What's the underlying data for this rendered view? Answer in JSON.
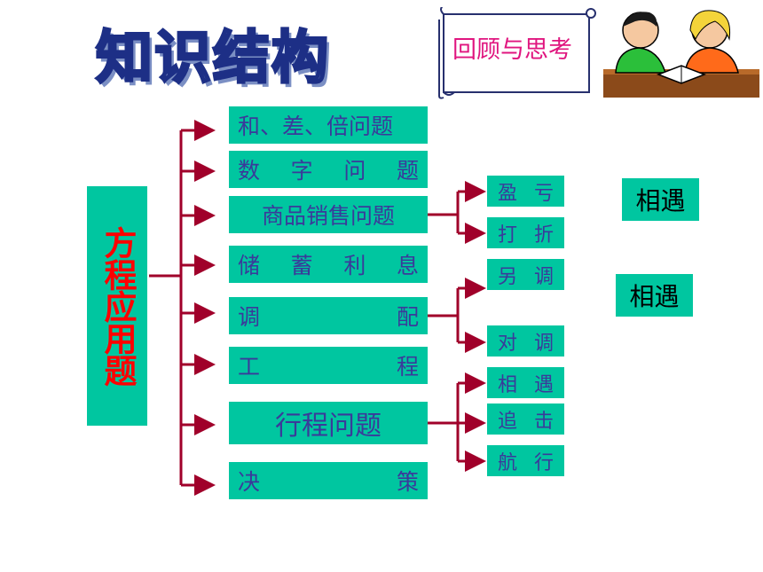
{
  "title": "知识结构",
  "review_label": "回顾与思考",
  "root": "方程应用题",
  "topics": [
    {
      "chars": [
        "和、差、倍问题"
      ],
      "layout": "left"
    },
    {
      "chars": [
        "数",
        "字",
        "问",
        "题"
      ],
      "layout": "spread"
    },
    {
      "chars": [
        "商品销售问题"
      ],
      "layout": "center"
    },
    {
      "chars": [
        "储",
        "蓄",
        "利",
        "息"
      ],
      "layout": "spread"
    },
    {
      "chars": [
        "调",
        "配"
      ],
      "layout": "spread"
    },
    {
      "chars": [
        "工",
        "程"
      ],
      "layout": "spread"
    },
    {
      "chars": [
        "行程问题"
      ],
      "layout": "center"
    },
    {
      "chars": [
        "决",
        "策"
      ],
      "layout": "spread"
    }
  ],
  "subtopics": {
    "sales": [
      [
        "盈",
        "亏"
      ],
      [
        "打",
        "折"
      ]
    ],
    "mixing": [
      [
        "另",
        "调"
      ],
      [
        "对",
        "调"
      ]
    ],
    "travel": [
      [
        "相",
        "遇"
      ],
      [
        "追",
        "击"
      ],
      [
        "航",
        "行"
      ]
    ]
  },
  "side_labels": [
    "相遇",
    "相遇"
  ],
  "colors": {
    "box": "#00c6a0",
    "text": "#3a3a9a",
    "root_text": "#ff0000",
    "arrow": "#a0002a",
    "review": "#e0157f"
  }
}
